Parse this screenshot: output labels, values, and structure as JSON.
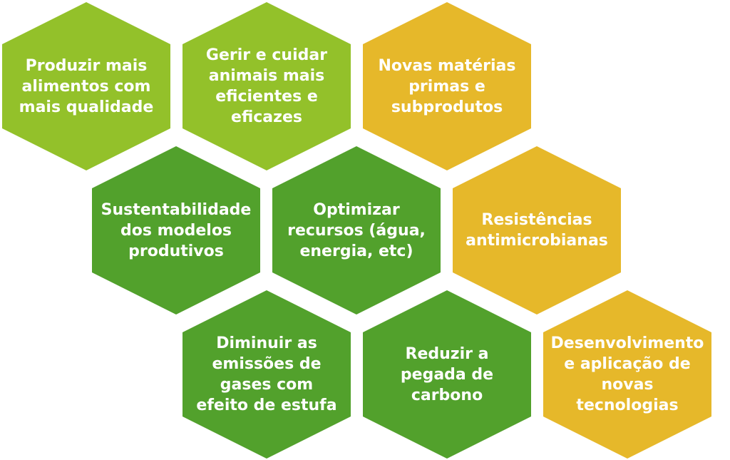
{
  "colors": {
    "light_green": "#93c12a",
    "dark_green": "#52a12c",
    "yellow": "#e6b82a",
    "text": "#ffffff"
  },
  "hexagons": [
    {
      "text": "Produzir mais\nalimentos com\nmais qualidade",
      "color": "light_green"
    },
    {
      "text": "Gerir e cuidar\nanimais mais\neficientes e\neficazes",
      "color": "light_green"
    },
    {
      "text": "Novas matérias\nprimas e\nsubprodutos",
      "color": "yellow"
    },
    {
      "text": "Sustentabilidade\ndos modelos\nprodutivos",
      "color": "dark_green"
    },
    {
      "text": "Optimizar\nrecursos (água,\nenergia, etc)",
      "color": "dark_green"
    },
    {
      "text": "Resistências\nantimicrobianas",
      "color": "yellow"
    },
    {
      "text": "Diminuir as\nemissões de\ngases com\nefeito de estufa",
      "color": "dark_green"
    },
    {
      "text": "Reduzir a\npegada de\ncarbono",
      "color": "dark_green"
    },
    {
      "text": "Desenvolvimento\ne aplicação de\nnovas\ntecnologias",
      "color": "yellow"
    }
  ]
}
